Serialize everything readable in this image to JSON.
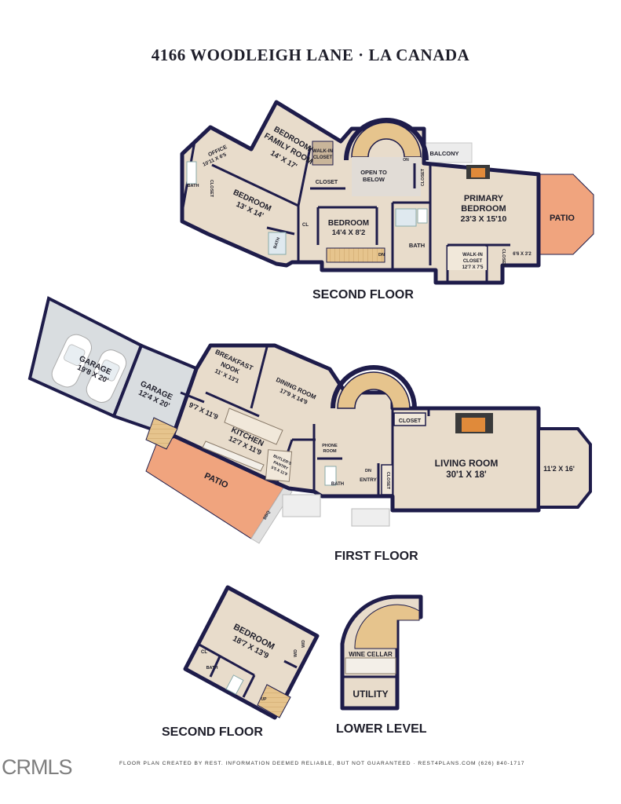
{
  "title": "4166 WOODLEIGH LANE · LA CANADA",
  "floors": {
    "upper": "SECOND FLOOR",
    "first": "FIRST FLOOR",
    "guest": "SECOND FLOOR",
    "lower": "LOWER LEVEL"
  },
  "rooms": {
    "office": "OFFICE",
    "office_dim": "10'11 X 6'5",
    "bath": "BATH",
    "closet": "CLOSET",
    "bedroom_family": "BEDROOM/",
    "bedroom_family_2": "FAMILY ROOM",
    "bedroom_family_dim": "14' X 17'",
    "walkin_closet_a": "WALK-IN",
    "walkin_closet_b": "CLOSET",
    "open_to_below_a": "OPEN TO",
    "open_to_below_b": "BELOW",
    "on": "ON",
    "balcony": "BALCONY",
    "bedroom": "BEDROOM",
    "bedroom_13": "13' X 14'",
    "cl": "CL",
    "bedroom_144": "14'4 X 8'2",
    "dn": "DN",
    "primary_a": "PRIMARY",
    "primary_b": "BEDROOM",
    "primary_dim": "23'3 X 15'10",
    "walkin_a": "WALK-IN",
    "walkin_b": "CLOSET",
    "walkin_dim": "12'7 X 7'5",
    "closet_small": "CLOSET",
    "dim_6632": "6'6 X 3'2",
    "patio": "PATIO",
    "garage": "GARAGE",
    "garage_dim1": "19'8 X 20'",
    "garage_dim2": "12'4 X 20'",
    "breakfast_a": "BREAKFAST",
    "breakfast_b": "NOOK",
    "breakfast_dim": "11' X 13'1",
    "dining": "DINING ROOM",
    "dining_dim": "17'9 X 14'9",
    "dim_97": "9'7 X 11'9",
    "kitchen": "KITCHEN",
    "kitchen_dim": "12'7 X 11'9",
    "butlers_a": "BUTLER'S",
    "butlers_b": "PANTRY",
    "butlers_dim": "5'5 X 11'9",
    "phone_a": "PHONE",
    "phone_b": "ROOM",
    "entry": "ENTRY",
    "living": "LIVING ROOM",
    "living_dim": "30'1 X 18'",
    "bay_dim": "11'2 X 16'",
    "bbq": "BBQ",
    "guest_bedroom": "BEDROOM",
    "guest_dim": "18'7 X 13'9",
    "wd": "W/D",
    "wine": "WINE CELLAR",
    "utility": "UTILITY",
    "up": "UP"
  },
  "footer": "FLOOR PLAN CREATED BY REST. INFORMATION DEEMED RELIABLE, BUT NOT GUARANTEED · REST4PLANS.COM (626) 840-1717",
  "logo": "CRMLS",
  "colors": {
    "wall": "#1e1c4a",
    "floor": "#e8dccb",
    "floor_light": "#f1e8da",
    "patio": "#f0a47e",
    "garage": "#d9dde0",
    "stairs": "#e6c48d",
    "fixture": "#dfe9ef"
  }
}
